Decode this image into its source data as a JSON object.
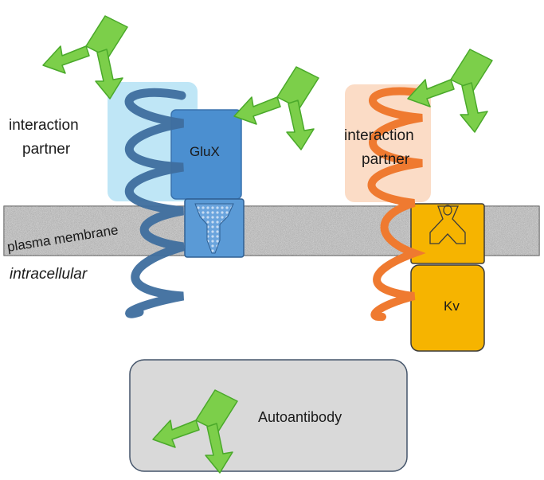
{
  "labels": {
    "interaction_partner_left": [
      "interaction",
      "partner"
    ],
    "glux": "GluX",
    "interaction_partner_right": [
      "interaction",
      "partner"
    ],
    "plasma_membrane": "plasma membrane",
    "intracellular": "intracellular",
    "kv": "Kv",
    "autoantibody": "Autoantibody"
  },
  "colors": {
    "antibody_fill": "#7ccf4a",
    "antibody_stroke": "#4aa92a",
    "glux_blue": "#4b8fd0",
    "glux_dark": "#3a72ad",
    "helix_blue": "#3e6e9e",
    "halo_blue": "#bfe6f6",
    "kv_orange": "#f6b400",
    "helix_orange": "#ef7a30",
    "halo_orange": "#fbdcc6",
    "membrane": "#a9a9a9",
    "legend_box": "#d9d9d9"
  },
  "icons": [
    "antibody-icon",
    "helix-icon",
    "channel-icon"
  ]
}
